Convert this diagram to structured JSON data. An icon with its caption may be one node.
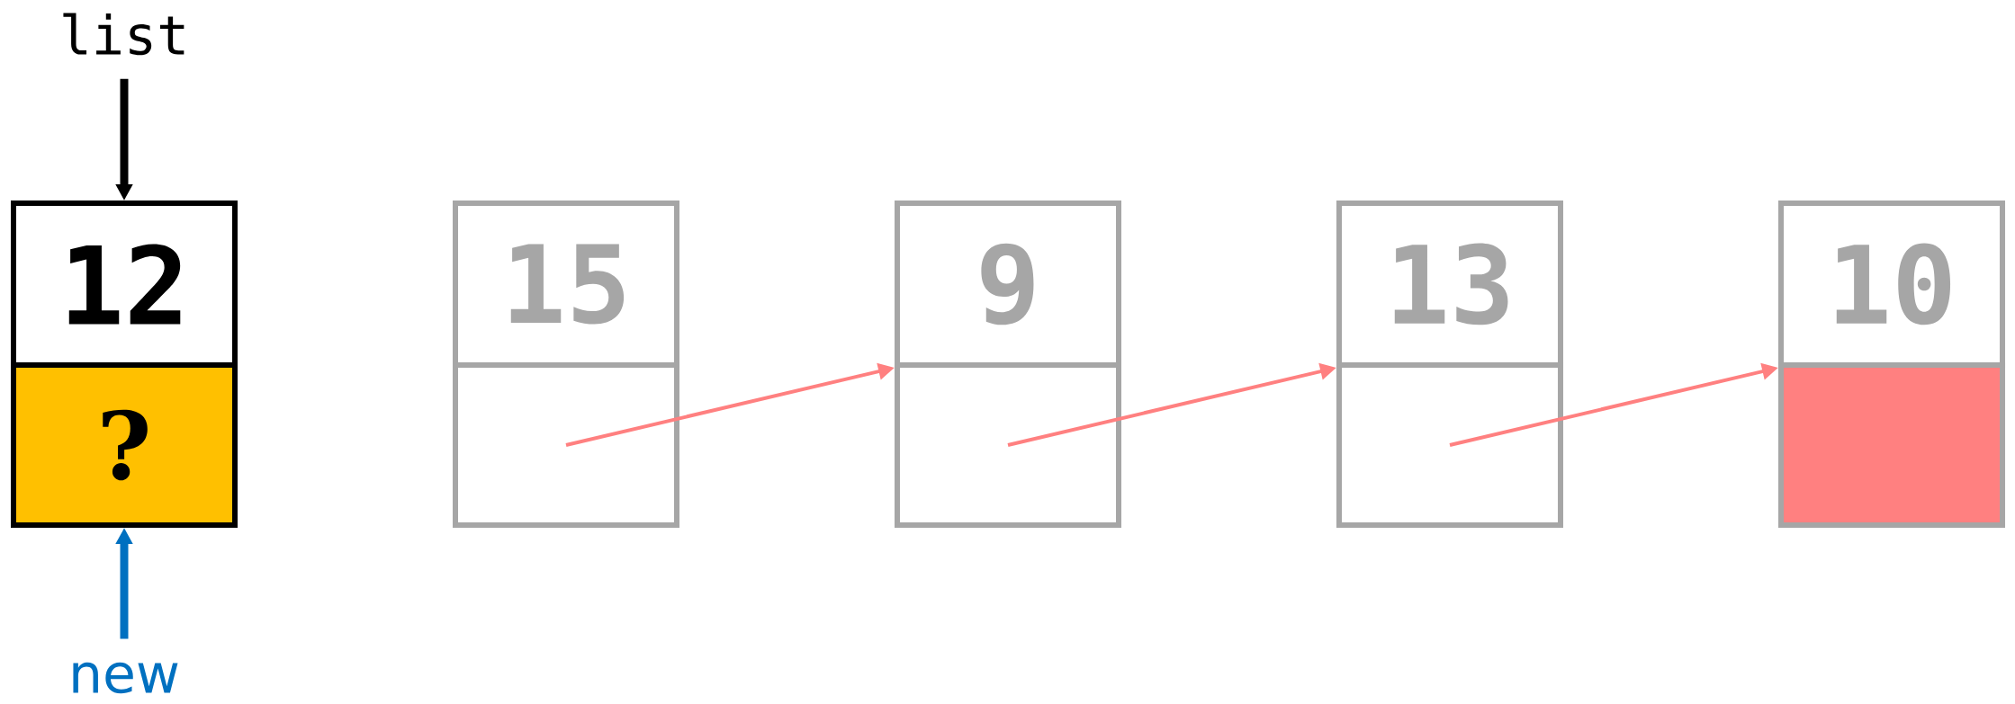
{
  "diagram": {
    "nodes": [
      {
        "text": [
          "list"
        ]
      },
      {
        "text": [
          "12"
        ]
      },
      {
        "text": [
          "?"
        ]
      },
      {
        "text": [
          "new"
        ]
      },
      {
        "text": [
          "15"
        ]
      },
      {
        "text": [],
        "shape": "box"
      },
      {
        "text": [
          "9"
        ]
      },
      {
        "text": [],
        "shape": "box"
      },
      {
        "text": [
          "13"
        ]
      },
      {
        "text": [],
        "shape": "box"
      },
      {
        "text": [
          "10"
        ]
      },
      {
        "text": [],
        "shape": "box"
      }
    ],
    "edges": [
      {
        "from": 0,
        "to": 1,
        "arrow": "to",
        "style": "thick",
        "color": "#000000"
      },
      {
        "from": 3,
        "to": 2,
        "arrow": "to",
        "style": "thick",
        "color": "#0070c0"
      },
      {
        "from": 5,
        "to": 6,
        "arrow": "to"
      },
      {
        "from": 7,
        "to": 8,
        "arrow": "to"
      },
      {
        "from": 9,
        "to": 10,
        "arrow": "to"
      }
    ]
  }
}
